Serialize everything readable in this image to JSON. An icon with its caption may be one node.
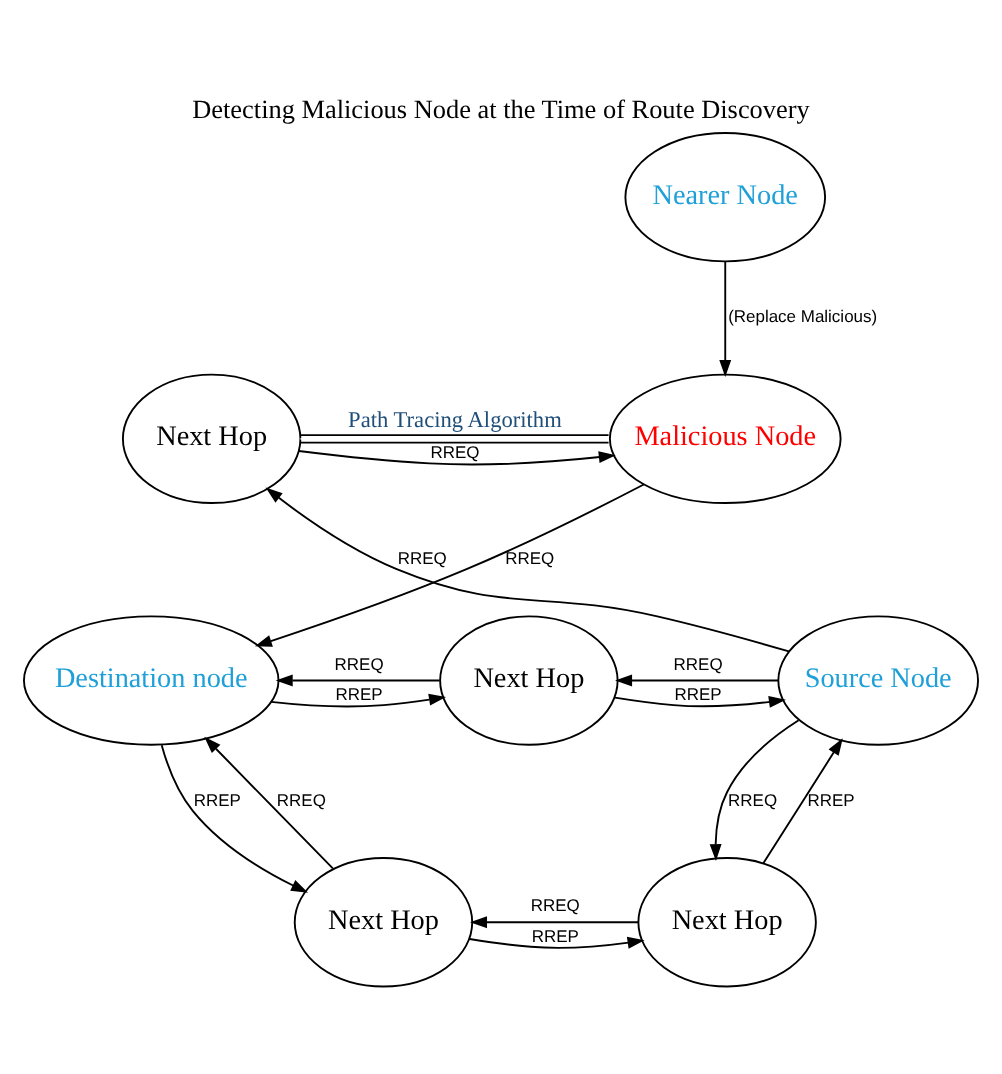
{
  "diagram": {
    "title": "Detecting Malicious Node at the Time of Route Discovery",
    "nodes": [
      {
        "text": [
          "Nearer Node"
        ]
      },
      {
        "text": [
          "Next Hop"
        ]
      },
      {
        "text": [
          "Malicious Node"
        ]
      },
      {
        "text": [
          "Source Node"
        ]
      },
      {
        "text": [
          "Next Hop"
        ]
      },
      {
        "text": [
          "Destination node"
        ]
      },
      {
        "text": [
          "Next Hop"
        ]
      },
      {
        "text": [
          "Next Hop"
        ]
      }
    ],
    "edges": [
      {
        "from": 1,
        "to": 2,
        "arrow": "none",
        "label": "Path Tracing Algorithm"
      },
      {
        "from": 0,
        "to": 2,
        "arrow": "to",
        "label": "(Replace Malicious)"
      },
      {
        "from": 1,
        "to": 2,
        "arrow": "to",
        "label": "RREQ"
      },
      {
        "from": 2,
        "to": 5,
        "arrow": "to",
        "label": "RREQ"
      },
      {
        "from": 3,
        "to": 1,
        "arrow": "to",
        "label": "RREQ"
      },
      {
        "from": 4,
        "to": 3,
        "arrow": "to",
        "label": "RREP"
      },
      {
        "from": 3,
        "to": 4,
        "arrow": "to",
        "label": "RREQ"
      },
      {
        "from": 5,
        "to": 4,
        "arrow": "to",
        "label": "RREP"
      },
      {
        "from": 4,
        "to": 5,
        "arrow": "to",
        "label": "RREQ"
      },
      {
        "from": 6,
        "to": 3,
        "arrow": "to",
        "label": "RREP"
      },
      {
        "from": 3,
        "to": 6,
        "arrow": "to",
        "label": "RREQ"
      },
      {
        "from": 6,
        "to": 7,
        "arrow": "to",
        "label": "RREQ"
      },
      {
        "from": 7,
        "to": 6,
        "arrow": "to",
        "label": "RREP"
      },
      {
        "from": 7,
        "to": 5,
        "arrow": "to",
        "label": "RREQ"
      },
      {
        "from": 5,
        "to": 7,
        "arrow": "to",
        "label": "RREP"
      }
    ]
  }
}
